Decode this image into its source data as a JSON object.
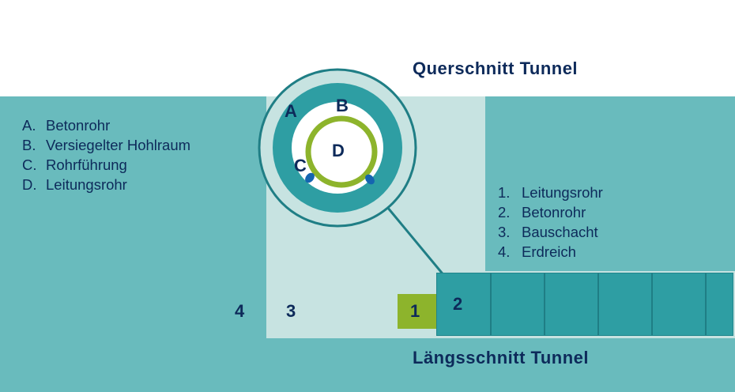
{
  "titles": {
    "cross_section": "Querschnitt Tunnel",
    "longitudinal_section": "Längsschnitt Tunnel"
  },
  "cross_section_legend": [
    {
      "key": "A.",
      "label": "Betonrohr"
    },
    {
      "key": "B.",
      "label": "Versiegelter Hohlraum"
    },
    {
      "key": "C.",
      "label": "Rohrführung"
    },
    {
      "key": "D.",
      "label": "Leitungsrohr"
    }
  ],
  "longitudinal_legend": [
    {
      "key": "1.",
      "label": "Leitungsrohr"
    },
    {
      "key": "2.",
      "label": "Betonrohr"
    },
    {
      "key": "3.",
      "label": "Bauschacht"
    },
    {
      "key": "4.",
      "label": "Erdreich"
    }
  ],
  "cross_section_markers": {
    "a": "A",
    "b": "B",
    "c": "C",
    "d": "D"
  },
  "longitudinal_markers": {
    "n1": "1",
    "n2": "2",
    "n3": "3",
    "n4": "4"
  },
  "colors": {
    "soil": "#69bbbd",
    "shaft": "#c7e3e1",
    "concrete_pipe": "#2e9ea3",
    "utility_pipe": "#8db42c",
    "pipe_guide": "#1565b0",
    "text": "#0d2a5a"
  }
}
